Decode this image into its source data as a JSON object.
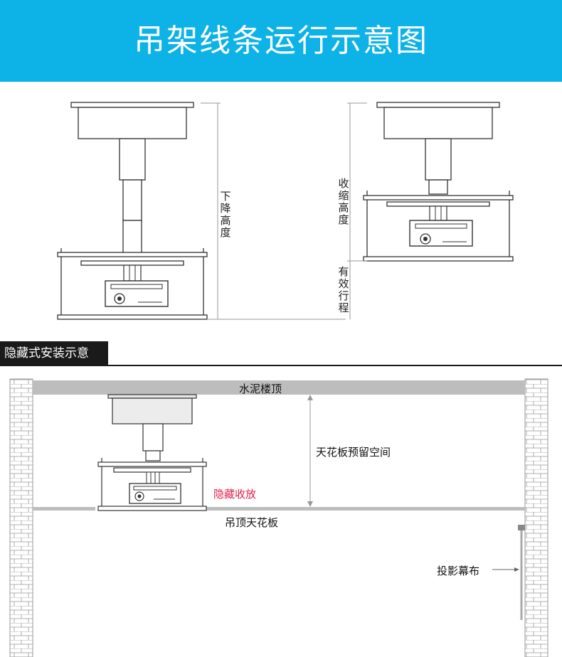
{
  "header": {
    "title": "吊架线条运行示意图"
  },
  "top_diagram": {
    "left_label": "下降高度",
    "right_label_upper": "收缩高度",
    "right_label_lower": "有效行程"
  },
  "section": {
    "title": "隐藏式安装示意"
  },
  "bottom_diagram": {
    "ceiling_top": "水泥楼顶",
    "space_label": "天花板预留空间",
    "hidden_label": "隐藏收放",
    "false_ceiling": "吊顶天花板",
    "screen_label": "投影幕布"
  },
  "colors": {
    "banner": "#0db2e6",
    "accent_red": "#e6204a",
    "slab": "#bdbdbd"
  }
}
